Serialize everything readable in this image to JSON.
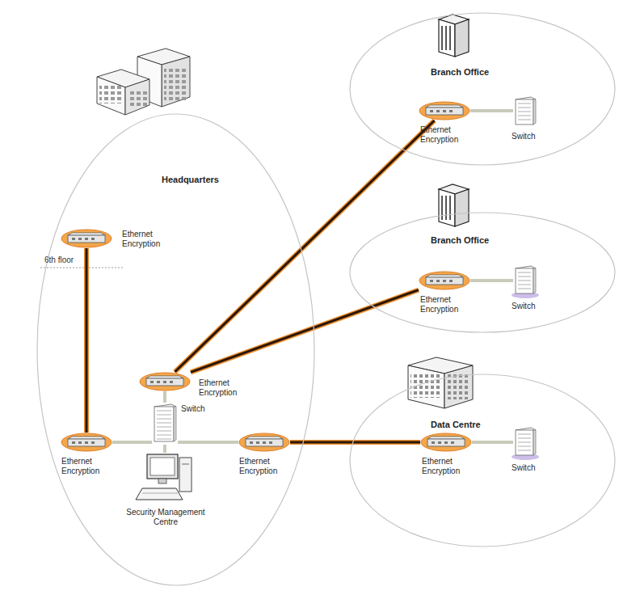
{
  "diagram": {
    "nodes": [
      {
        "text": [
          "Headquarters"
        ]
      },
      {
        "text": [
          "Ethernet Encryption"
        ],
        "in": 0
      },
      {
        "text": [
          "Ethernet Encryption"
        ],
        "in": 0
      },
      {
        "text": [
          "Ethernet Encryption"
        ],
        "in": 0
      },
      {
        "text": [
          "Switch"
        ],
        "in": 0
      },
      {
        "text": [
          "Ethernet Encryption"
        ],
        "in": 0
      },
      {
        "text": [
          "Security Management Centre"
        ],
        "in": 0
      },
      {
        "text": [
          "Branch Office"
        ]
      },
      {
        "text": [
          "Ethernet Encryption"
        ],
        "in": 7
      },
      {
        "text": [
          "Switch"
        ],
        "in": 7
      },
      {
        "text": [
          "Branch Office"
        ]
      },
      {
        "text": [
          "Ethernet Encryption"
        ],
        "in": 10
      },
      {
        "text": [
          "Switch"
        ],
        "in": 10
      },
      {
        "text": [
          "Data Centre"
        ]
      },
      {
        "text": [
          "Ethernet Encryption"
        ],
        "in": 13
      },
      {
        "text": [
          "Switch"
        ],
        "in": 13
      }
    ],
    "edges": [
      {
        "from": 1,
        "to": 3,
        "arrow": "none"
      },
      {
        "from": 3,
        "to": 4,
        "arrow": "none"
      },
      {
        "from": 4,
        "to": 2,
        "arrow": "none"
      },
      {
        "from": 4,
        "to": 5,
        "arrow": "none"
      },
      {
        "from": 4,
        "to": 6,
        "arrow": "none"
      },
      {
        "from": 2,
        "to": 8,
        "arrow": "none"
      },
      {
        "from": 2,
        "to": 11,
        "arrow": "none"
      },
      {
        "from": 8,
        "to": 9,
        "arrow": "none"
      },
      {
        "from": 11,
        "to": 12,
        "arrow": "none"
      },
      {
        "from": 5,
        "to": 14,
        "arrow": "none"
      },
      {
        "from": 14,
        "to": 15,
        "arrow": "none"
      }
    ],
    "labels": [
      "6th floor"
    ]
  }
}
